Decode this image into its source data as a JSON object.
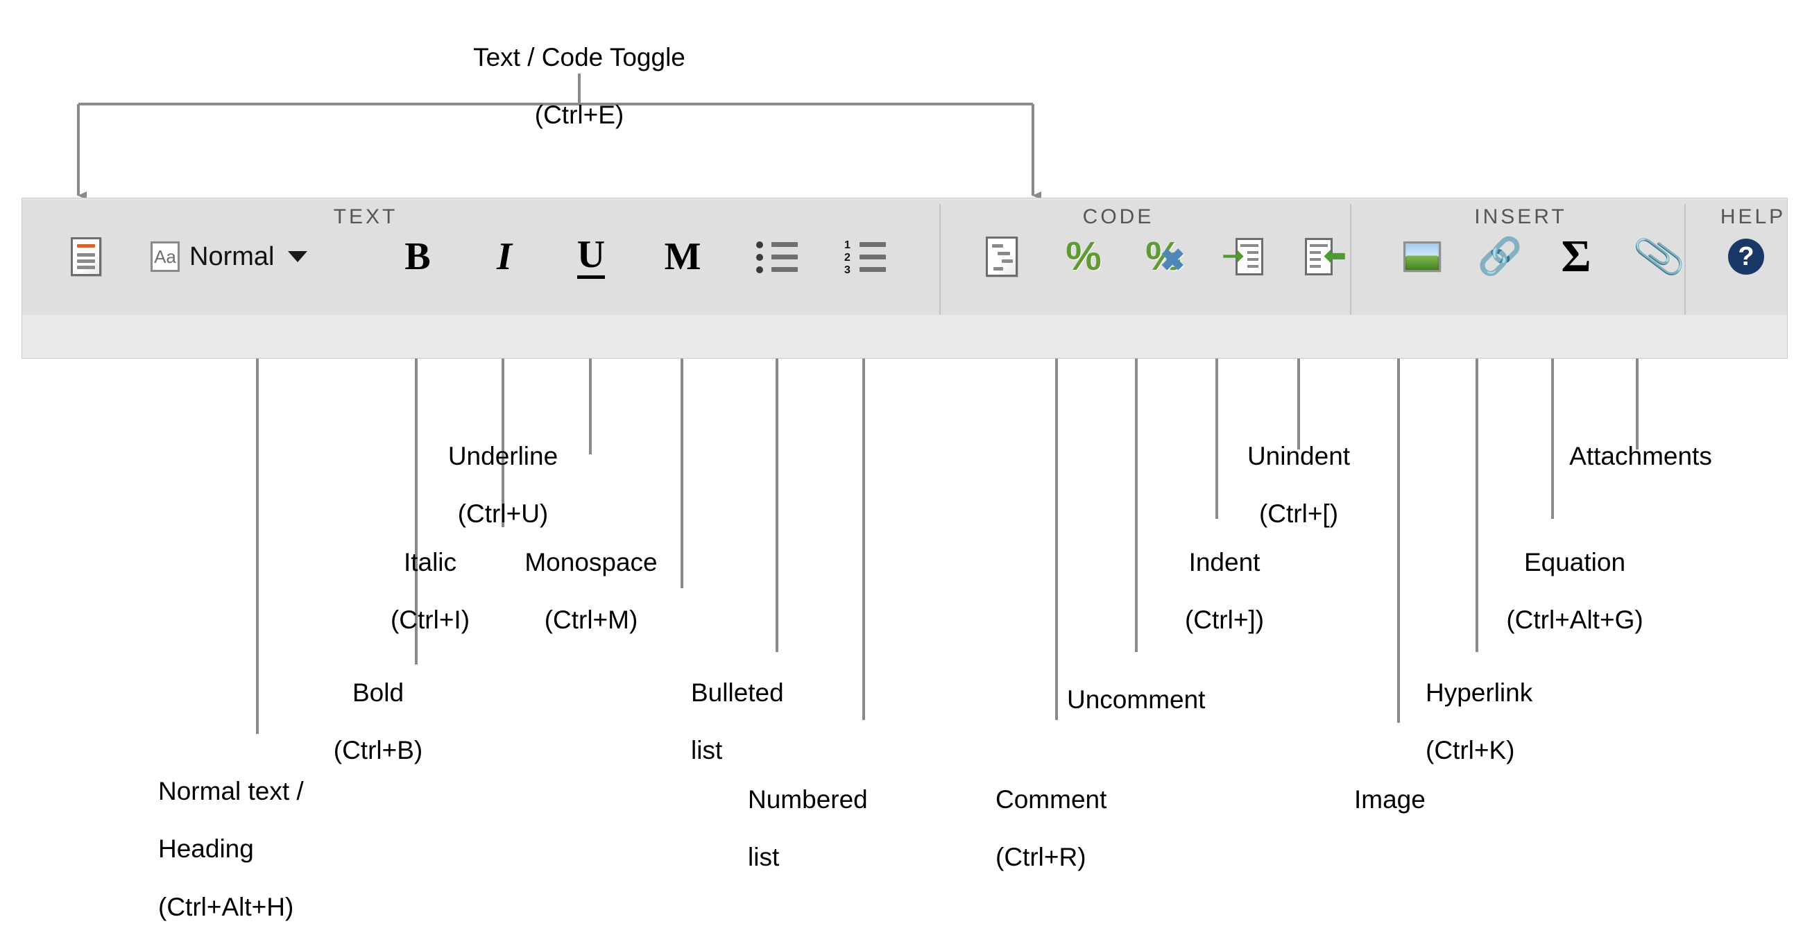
{
  "toolbar": {
    "sections": [
      {
        "name": "TEXT",
        "label": "TEXT"
      },
      {
        "name": "CODE",
        "label": "CODE"
      },
      {
        "name": "INSERT",
        "label": "INSERT"
      },
      {
        "name": "HELP",
        "label": "HELP"
      }
    ],
    "style_dropdown": {
      "value": "Normal",
      "icon": "aa-icon",
      "caret": "chevron-down-icon"
    },
    "buttons": [
      {
        "id": "text-code-toggle-left",
        "icon": "document-lines-icon",
        "name": "Text / Code Toggle"
      },
      {
        "id": "style-dropdown",
        "icon": "aa-icon",
        "name": "Normal text / Heading"
      },
      {
        "id": "bold",
        "icon": "bold-icon",
        "glyph": "B",
        "name": "Bold"
      },
      {
        "id": "italic",
        "icon": "italic-icon",
        "glyph": "I",
        "name": "Italic"
      },
      {
        "id": "underline",
        "icon": "underline-icon",
        "glyph": "U",
        "name": "Underline"
      },
      {
        "id": "monospace",
        "icon": "monospace-icon",
        "glyph": "M",
        "name": "Monospace"
      },
      {
        "id": "bulleted-list",
        "icon": "bulleted-list-icon",
        "name": "Bulleted list"
      },
      {
        "id": "numbered-list",
        "icon": "numbered-list-icon",
        "name": "Numbered list"
      },
      {
        "id": "text-code-toggle",
        "icon": "code-document-icon",
        "name": "Text / Code Toggle"
      },
      {
        "id": "comment",
        "icon": "percent-icon",
        "glyph": "%",
        "name": "Comment"
      },
      {
        "id": "uncomment",
        "icon": "percent-x-icon",
        "glyph": "%",
        "name": "Uncomment"
      },
      {
        "id": "indent",
        "icon": "indent-icon",
        "name": "Indent"
      },
      {
        "id": "unindent",
        "icon": "unindent-icon",
        "name": "Unindent"
      },
      {
        "id": "image",
        "icon": "image-icon",
        "name": "Image"
      },
      {
        "id": "hyperlink",
        "icon": "link-chain-icon",
        "name": "Hyperlink"
      },
      {
        "id": "equation",
        "icon": "sigma-icon",
        "glyph": "Σ",
        "name": "Equation"
      },
      {
        "id": "attachments",
        "icon": "paperclip-icon",
        "name": "Attachments"
      },
      {
        "id": "help",
        "icon": "help-question-icon",
        "glyph": "?",
        "name": "Help"
      }
    ]
  },
  "annotations": {
    "top": [
      {
        "id": "text-code-toggle",
        "line1": "Text / Code Toggle",
        "line2": "(Ctrl+E)"
      }
    ],
    "bottom": [
      {
        "id": "underline",
        "line1": "Underline",
        "line2": "(Ctrl+U)"
      },
      {
        "id": "unindent",
        "line1": "Unindent",
        "line2": "(Ctrl+[)"
      },
      {
        "id": "attachments",
        "line1": "Attachments",
        "line2": ""
      },
      {
        "id": "italic",
        "line1": "Italic",
        "line2": "(Ctrl+I)"
      },
      {
        "id": "monospace",
        "line1": "Monospace",
        "line2": "(Ctrl+M)"
      },
      {
        "id": "indent",
        "line1": "Indent",
        "line2": "(Ctrl+])"
      },
      {
        "id": "equation",
        "line1": "Equation",
        "line2": "(Ctrl+Alt+G)"
      },
      {
        "id": "bold",
        "line1": "Bold",
        "line2": "(Ctrl+B)"
      },
      {
        "id": "bulleted-list",
        "line1": "Bulleted",
        "line2": "list"
      },
      {
        "id": "uncomment",
        "line1": "Uncomment",
        "line2": ""
      },
      {
        "id": "hyperlink",
        "line1": "Hyperlink",
        "line2": "(Ctrl+K)"
      },
      {
        "id": "numbered-list",
        "line1": "Numbered",
        "line2": "list"
      },
      {
        "id": "comment",
        "line1": "Comment",
        "line2": "(Ctrl+R)"
      },
      {
        "id": "image",
        "line1": "Image",
        "line2": ""
      },
      {
        "id": "style",
        "line1": "Normal text /",
        "line2": "Heading",
        "line3": "(Ctrl+Alt+H)"
      }
    ]
  },
  "colors": {
    "toolbar_bg": "#dfdfdf",
    "label_band": "#eaeaea",
    "leader": "#8a8a8a",
    "accent_green": "#5f9b32",
    "accent_blue": "#193867",
    "section_text": "#555555"
  }
}
